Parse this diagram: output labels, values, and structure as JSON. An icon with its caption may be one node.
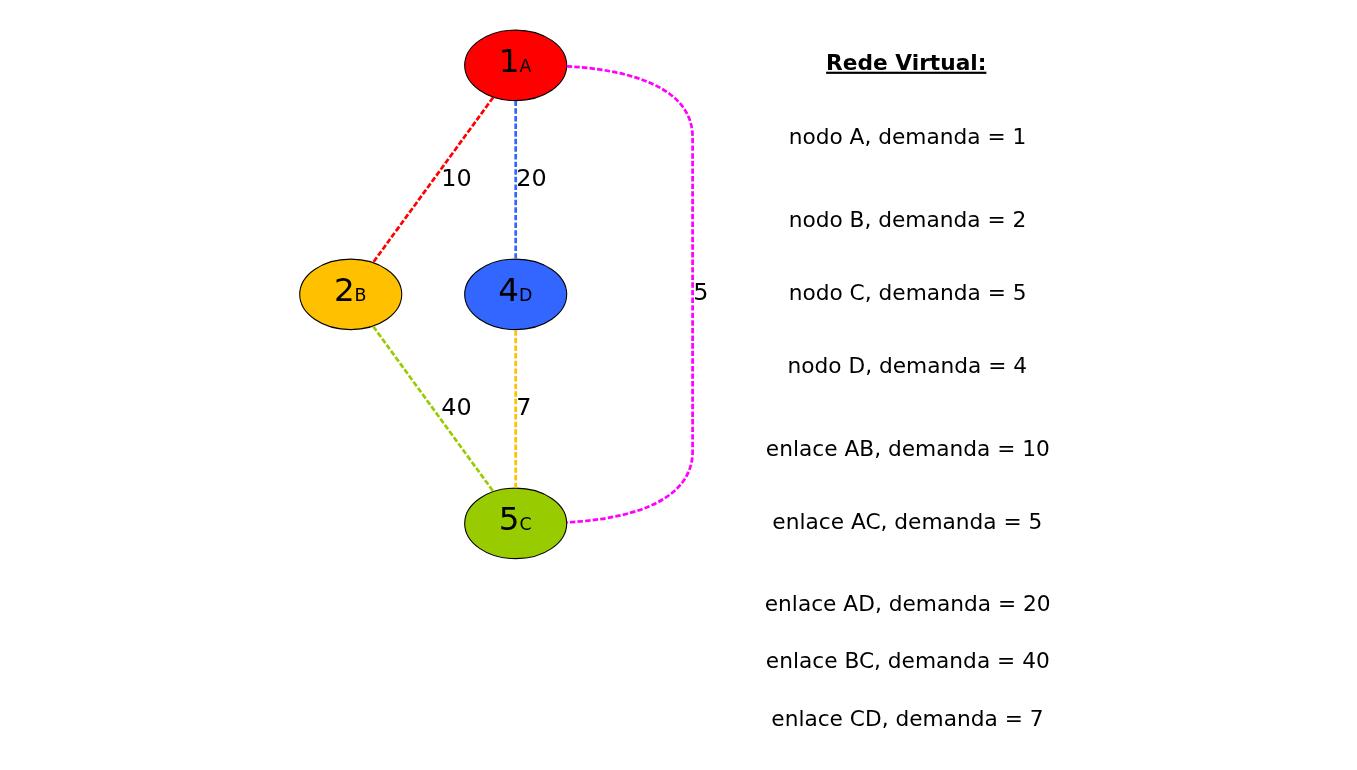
{
  "diagram": {
    "nodes": [
      {
        "text": [
          "1",
          "A"
        ]
      },
      {
        "text": [
          "2",
          "B"
        ]
      },
      {
        "text": [
          "4",
          "D"
        ]
      },
      {
        "text": [
          "5",
          "C"
        ]
      }
    ],
    "edges": [
      {
        "from": 0,
        "to": 1,
        "arrow": "none",
        "label": "10",
        "style": "dashed",
        "color": "#ff0000"
      },
      {
        "from": 0,
        "to": 3,
        "arrow": "none",
        "label": "5",
        "style": "dashed",
        "color": "#ff00ff"
      },
      {
        "from": 0,
        "to": 2,
        "arrow": "none",
        "label": "20",
        "style": "dashed",
        "color": "#3366ff"
      },
      {
        "from": 1,
        "to": 3,
        "arrow": "none",
        "label": "40",
        "style": "dashed",
        "color": "#99cc00"
      },
      {
        "from": 3,
        "to": 2,
        "arrow": "none",
        "label": "7",
        "style": "dashed",
        "color": "#ffc000"
      }
    ],
    "labels": [
      "Rede Virtual:",
      "nodo A, demanda = 1",
      "nodo B, demanda = 2",
      "nodo C, demanda = 5",
      "nodo D, demanda = 4",
      "enlace AB, demanda = 10",
      "enlace AC, demanda = 5",
      "enlace AD, demanda = 20",
      "enlace BC, demanda = 40",
      "enlace CD, demanda = 7"
    ]
  }
}
